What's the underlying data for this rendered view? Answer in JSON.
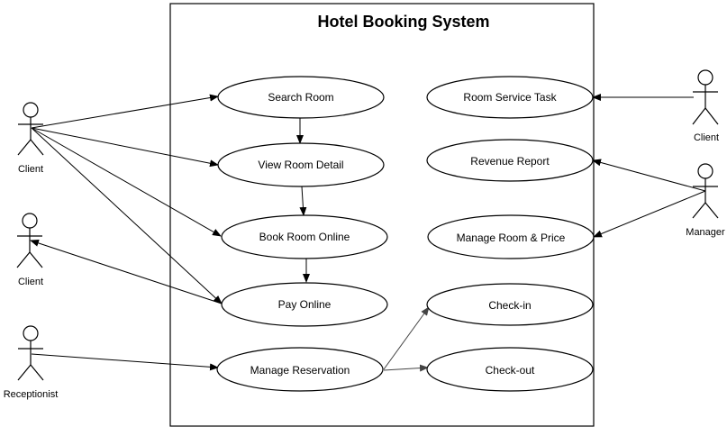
{
  "diagram": {
    "system_title": "Hotel Booking System",
    "actors": {
      "client_top": "Client",
      "client_mid": "Client",
      "receptionist": "Receptionist",
      "client_right": "Client",
      "manager": "Manager"
    },
    "use_cases": {
      "search_room": "Search Room",
      "view_room_detail": "View Room Detail",
      "book_room_online": "Book Room Online",
      "pay_online": "Pay Online",
      "manage_reservation": "Manage Reservation",
      "room_service_task": "Room Service Task",
      "revenue_report": "Revenue Report",
      "manage_room_price": "Manage Room & Price",
      "check_in": "Check-in",
      "check_out": "Check-out"
    }
  }
}
